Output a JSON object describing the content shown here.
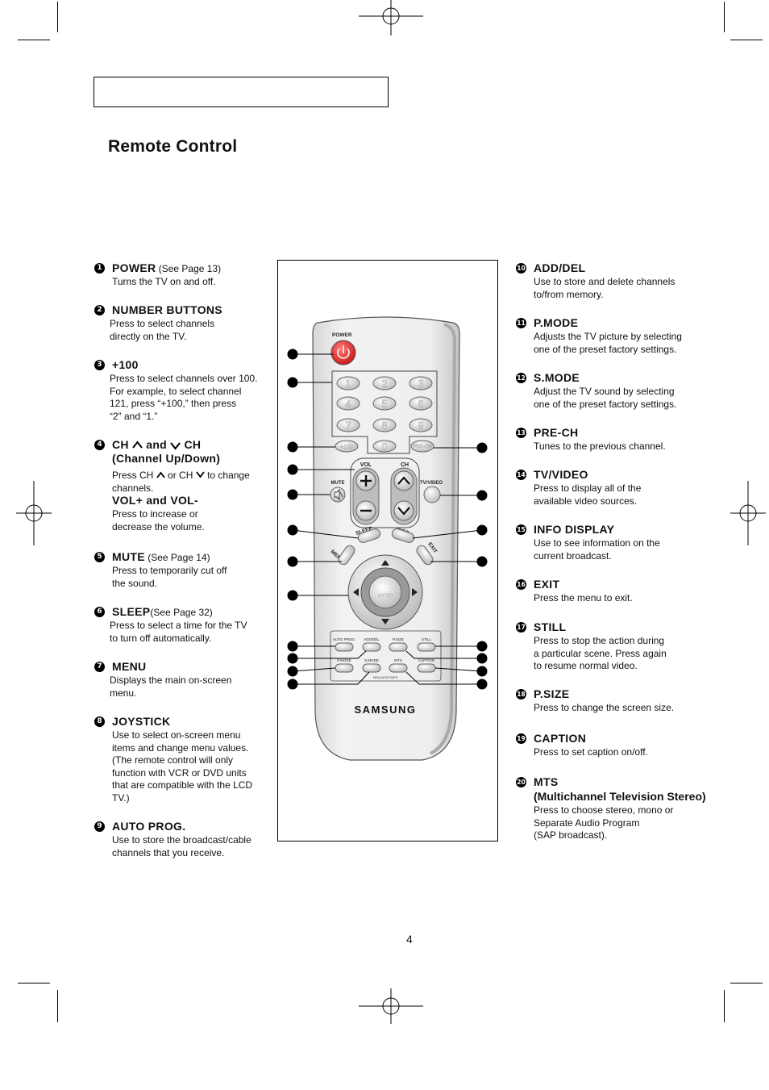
{
  "page": {
    "title": "Remote Control",
    "page_number": "4"
  },
  "left_items": [
    {
      "num": "1",
      "heading": "POWER",
      "ref": " (See Page 13)",
      "desc": "Turns the TV on and off."
    },
    {
      "num": "2",
      "heading": "NUMBER BUTTONS",
      "ref": "",
      "desc": "Press to select channels\ndirectly on the TV."
    },
    {
      "num": "3",
      "heading": "+100",
      "ref": "",
      "desc": "Press to select channels over 100.\nFor example, to select channel\n121, press “+100,” then press\n“2” and “1.”"
    },
    {
      "num": "4",
      "heading_part1": "CH",
      "heading_part2": "and",
      "heading_part3": "CH",
      "heading_line2": "(Channel Up/Down)",
      "desc_part1": "Press CH",
      "desc_part2": "or CH",
      "desc_part3": "to change",
      "desc_line2": "channels.",
      "heading2": "VOL+ and VOL-",
      "desc2": "Press to increase or\ndecrease the volume."
    },
    {
      "num": "5",
      "heading": "MUTE",
      "ref": " (See Page 14)",
      "desc": "Press to temporarily cut off\nthe sound."
    },
    {
      "num": "6",
      "heading": "SLEEP",
      "ref": "(See Page 32)",
      "desc": "Press to select a time for the TV\nto turn off automatically."
    },
    {
      "num": "7",
      "heading": "MENU",
      "ref": "",
      "desc": "Displays the main on-screen\nmenu."
    },
    {
      "num": "8",
      "heading": "JOYSTICK",
      "ref": "",
      "desc": "Use to select on-screen menu\nitems and change menu values.\n(The remote control will only\nfunction with VCR or DVD units\nthat are compatible with the LCD\nTV.)"
    },
    {
      "num": "9",
      "heading": "AUTO PROG.",
      "ref": "",
      "desc": "Use to store the broadcast/cable\nchannels that you receive."
    }
  ],
  "right_items": [
    {
      "num": "10",
      "heading": "ADD/DEL",
      "desc": "Use to store and delete channels\nto/from memory."
    },
    {
      "num": "11",
      "heading": "P.MODE",
      "desc": "Adjusts the TV picture by selecting\none of the preset factory settings."
    },
    {
      "num": "12",
      "heading": "S.MODE",
      "desc": "Adjust the TV sound by selecting\none of the preset factory settings."
    },
    {
      "num": "13",
      "heading": "PRE-CH",
      "desc": "Tunes to the previous channel."
    },
    {
      "num": "14",
      "heading": "TV/VIDEO",
      "desc": "Press to display all of the\navailable video sources."
    },
    {
      "num": "15",
      "heading": "INFO DISPLAY",
      "desc": "Use to see information on the\ncurrent broadcast."
    },
    {
      "num": "16",
      "heading": "EXIT",
      "desc": "Press the menu to exit."
    },
    {
      "num": "17",
      "heading": "STILL",
      "desc": "Press to stop the action during\na particular scene. Press again\nto resume normal video."
    },
    {
      "num": "18",
      "heading": "P.SIZE",
      "desc": "Press to change the screen size."
    },
    {
      "num": "19",
      "heading": "CAPTION",
      "desc": "Press to set caption on/off."
    },
    {
      "num": "20",
      "heading": "MTS",
      "subheading": "(Multichannel Television Stereo)",
      "desc": "Press to choose stereo, mono or\nSeparate Audio Program\n(SAP broadcast)."
    }
  ],
  "remote": {
    "power_label": "POWER",
    "digits": [
      "1",
      "2",
      "3",
      "4",
      "5",
      "6",
      "7",
      "8",
      "9"
    ],
    "plus100": "+100",
    "zero": "0",
    "prech": "PRE-CH",
    "vol": "VOL",
    "ch": "CH",
    "mute": "MUTE",
    "tvvideo": "TV/VIDEO",
    "menu": "MENU",
    "sleep": "SLEEP",
    "info": "INFO",
    "exit": "EXIT",
    "enter": "ENTER",
    "auto_prog": "AUTO PROG.",
    "add_del": "ADD/DEL",
    "psize": "P.SIZE",
    "still": "STILL",
    "pmode": "P.MODE",
    "smode": "S.MODE",
    "mts": "MTS",
    "caption": "CAPTION",
    "sub_label": "MENU/ADD/TIMER",
    "brand": "SAMSUNG"
  }
}
